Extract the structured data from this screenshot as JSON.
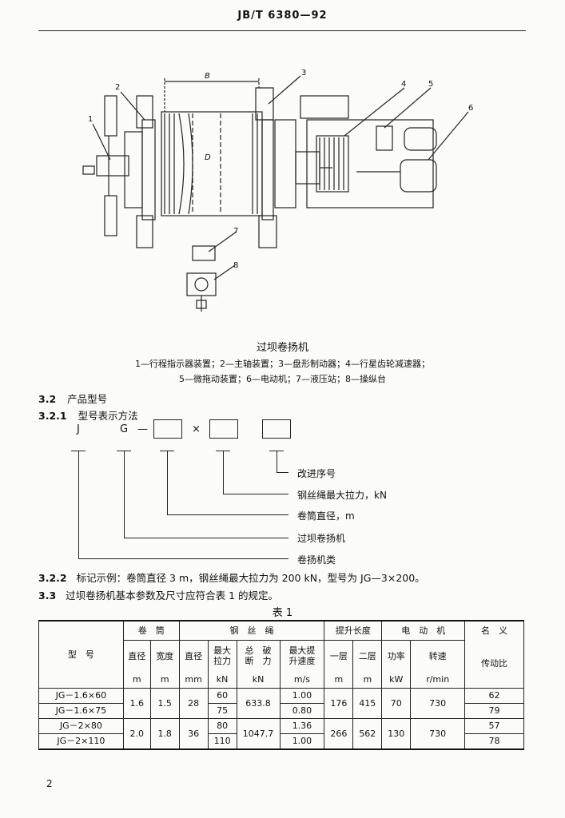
{
  "header": {
    "doc_code": "JB/T 6380—92"
  },
  "figure": {
    "caption": "过坝卷扬机",
    "callouts": [
      "1",
      "2",
      "3",
      "4",
      "5",
      "6",
      "7",
      "8"
    ],
    "dim_b": "B",
    "dim_d": "D",
    "legend_line1": "1—行程指示器装置；2—主轴装置；3—盘形制动器；4—行星齿轮减速器；",
    "legend_line2": "5—微拖动装置；6—电动机；7—液压站；8—操纵台"
  },
  "sections": {
    "s32_num": "3.2",
    "s32_title": "产品型号",
    "s321_num": "3.2.1",
    "s321_title": "型号表示方法",
    "model_letters": [
      "J",
      "G",
      "—",
      "×"
    ],
    "model_labels": [
      "改进序号",
      "钢丝绳最大拉力，kN",
      "卷筒直径，m",
      "过坝卷扬机",
      "卷扬机类"
    ],
    "s322_num": "3.2.2",
    "s322_text": "标记示例：卷筒直径 3 m，钢丝绳最大拉力为 200 kN，型号为 JG—3×200。",
    "s33_num": "3.3",
    "s33_text": "过坝卷扬机基本参数及尺寸应符合表 1 的规定。"
  },
  "table": {
    "caption": "表 1",
    "h_model": "型　号",
    "h_drum": "卷　筒",
    "h_rope": "钢　丝　绳",
    "h_lift": "提升长度",
    "h_motor": "电　动　机",
    "h_ratio_a": "名　义",
    "h_ratio_b": "传动比",
    "sub": [
      "直径",
      "宽度",
      "直径",
      "最大\n拉力",
      "总　破\n断　力",
      "最大提\n升速度",
      "一层",
      "二层",
      "功率",
      "转速"
    ],
    "units": [
      "m",
      "m",
      "mm",
      "kN",
      "kN",
      "m/s",
      "m",
      "m",
      "kW",
      "r/min"
    ],
    "rows": [
      {
        "model": "JG－1.6×60",
        "dia": "1.6",
        "width": "1.5",
        "rope_d": "28",
        "max_pull": "60",
        "break": "633.8",
        "speed": "1.00",
        "l1": "176",
        "l2": "415",
        "power": "70",
        "rpm": "730",
        "ratio": "62"
      },
      {
        "model": "JG－1.6×75",
        "max_pull": "75",
        "speed": "0.80",
        "ratio": "79"
      },
      {
        "model": "JG－2×80",
        "dia": "2.0",
        "width": "1.8",
        "rope_d": "36",
        "max_pull": "80",
        "break": "1047.7",
        "speed": "1.36",
        "l1": "266",
        "l2": "562",
        "power": "130",
        "rpm": "730",
        "ratio": "57"
      },
      {
        "model": "JG－2×110",
        "max_pull": "110",
        "speed": "1.00",
        "ratio": "78"
      }
    ]
  },
  "footer": {
    "page_number": "2"
  }
}
